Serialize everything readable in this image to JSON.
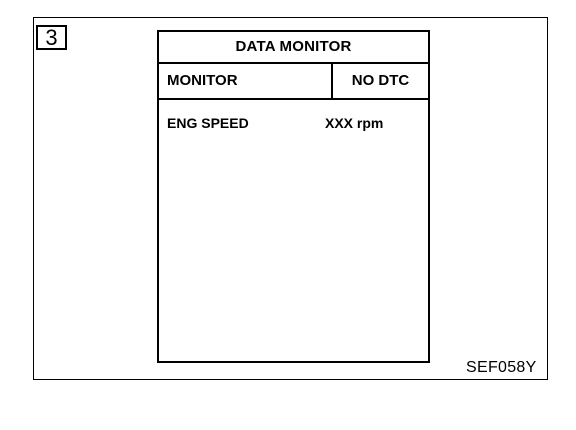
{
  "step_number": "3",
  "screen": {
    "title": "DATA MONITOR",
    "header": {
      "monitor_label": "MONITOR",
      "status_label": "NO DTC"
    },
    "rows": [
      {
        "item": "ENG SPEED",
        "value": "XXX rpm"
      }
    ]
  },
  "figure_code": "SEF058Y"
}
